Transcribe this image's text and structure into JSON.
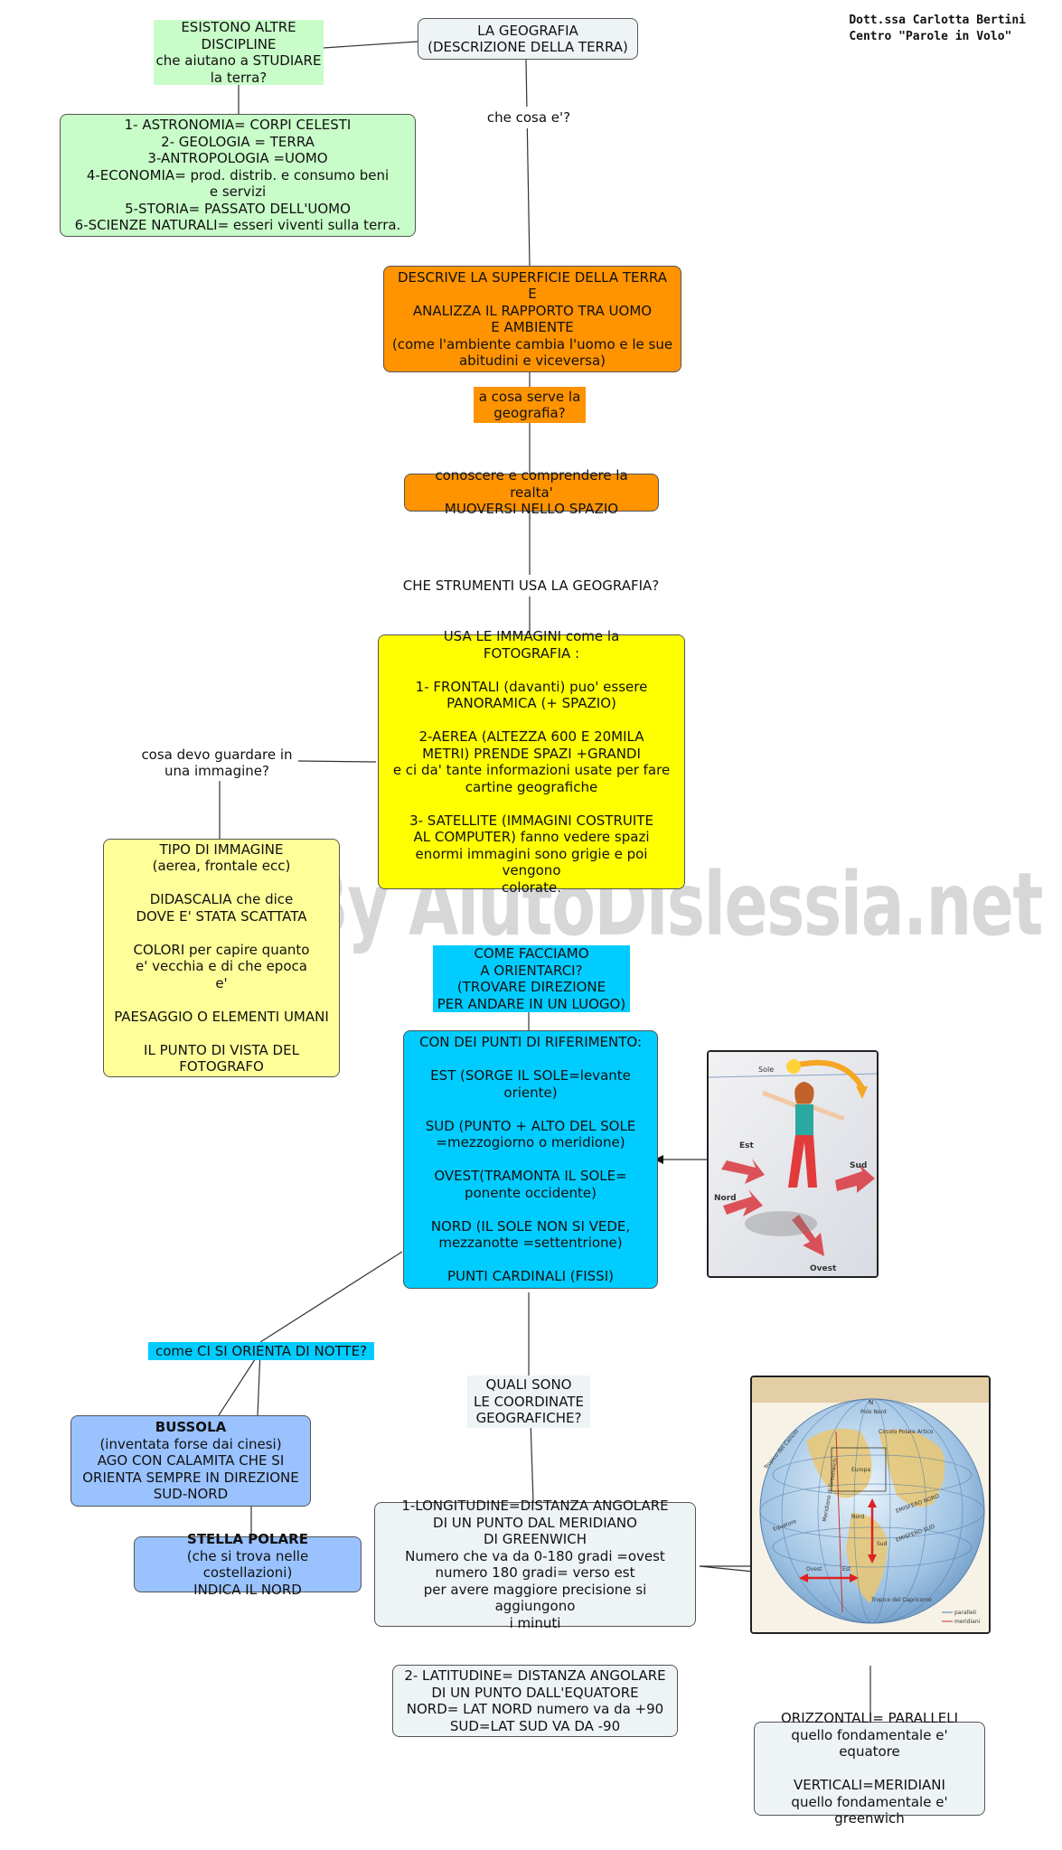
{
  "credit": "Dott.ssa Carlotta Bertini\nCentro \"Parole in Volo\"",
  "watermark": "By AiutoDislessia.net",
  "nodes": {
    "geografia": "LA GEOGRAFIA\n(DESCRIZIONE DELLA TERRA)",
    "discipline_question": "ESISTONO ALTRE\nDISCIPLINE\nche aiutano a STUDIARE\nla terra?",
    "discipline_list": "1- ASTRONOMIA= CORPI CELESTI\n2- GEOLOGIA = TERRA\n3-ANTROPOLOGIA =UOMO\n4-ECONOMIA= prod. distrib. e consumo beni\ne servizi\n5-STORIA= PASSATO DELL'UOMO\n6-SCIENZE NATURALI= esseri viventi sulla terra.",
    "che_cosa": "che cosa e'?",
    "descrive": "DESCRIVE LA SUPERFICIE DELLA TERRA\nE\nANALIZZA IL RAPPORTO TRA UOMO\nE AMBIENTE\n(come l'ambiente cambia l'uomo e le sue\nabitudini e viceversa)",
    "a_cosa_serve": "a cosa serve la\ngeografia?",
    "conoscere": "conoscere e comprendere la realta'\nMUOVERSI NELLO SPAZIO",
    "strumenti": "CHE STRUMENTI USA LA GEOGRAFIA?",
    "immagini": "USA LE IMMAGINI come la\nFOTOGRAFIA :\n\n1- FRONTALI (davanti) puo' essere\nPANORAMICA (+ SPAZIO)\n\n2-AEREA (ALTEZZA 600 E 20MILA\nMETRI) PRENDE SPAZI +GRANDI\ne ci da' tante informazioni usate per fare\ncartine geografiche\n\n3- SATELLITE (IMMAGINI COSTRUITE\nAL COMPUTER) fanno vedere spazi\nenormi immagini sono grigie e poi vengono\ncolorate.",
    "cosa_guardare": "cosa devo guardare in\nuna immagine?",
    "tipo_immagine": "TIPO DI IMMAGINE\n(aerea, frontale ecc)\n\nDIDASCALIA che dice\nDOVE E' STATA SCATTATA\n\nCOLORI per capire quanto\ne' vecchia e di che epoca\ne'\n\nPAESAGGIO O ELEMENTI UMANI\n\nIL PUNTO DI VISTA DEL\nFOTOGRAFO",
    "orientarci": "COME FACCIAMO\nA ORIENTARCI?\n(TROVARE DIREZIONE\nPER ANDARE IN UN LUOGO)",
    "punti_riferimento": "CON DEI PUNTI DI RIFERIMENTO:\n\nEST (SORGE IL SOLE=levante\noriente)\n\nSUD (PUNTO + ALTO DEL SOLE\n=mezzogiorno o meridione)\n\nOVEST(TRAMONTA IL SOLE=\nponente occidente)\n\nNORD (IL SOLE NON SI VEDE,\nmezzanotte =settentrione)\n\nPUNTI CARDINALI (FISSI)",
    "di_notte": "come CI SI ORIENTA DI NOTTE?",
    "bussola_title": "BUSSOLA",
    "bussola_body": "(inventata forse dai cinesi)\nAGO CON CALAMITA CHE SI\nORIENTA SEMPRE IN DIREZIONE\nSUD-NORD",
    "stella_title": "STELLA POLARE",
    "stella_body": "(che si trova nelle costellazioni)\nINDICA IL NORD",
    "coordinate_question": "QUALI SONO\nLE COORDINATE\nGEOGRAFICHE?",
    "longitudine": "1-LONGITUDINE=DISTANZA ANGOLARE\nDI UN PUNTO DAL MERIDIANO\nDI GREENWICH\nNumero che va da 0-180 gradi =ovest\nnumero 180 gradi= verso est\nper avere maggiore precisione si aggiungono\ni minuti",
    "latitudine": "2- LATITUDINE= DISTANZA ANGOLARE\nDI UN PUNTO DALL'EQUATORE\nNORD= LAT NORD numero va da +90\nSUD=LAT SUD VA DA -90",
    "orizzontali": "ORIZZONTALI= PARALLELI\nquello fondamentale e' equatore\n\nVERTICALI=MERIDIANI\nquello fondamentale e' greenwich"
  },
  "figure_girl": {
    "sole": "Sole",
    "est": "Est",
    "sud": "Sud",
    "nord": "Nord",
    "ovest": "Ovest"
  },
  "figure_globe": {
    "polo_nord": "Polo Nord",
    "circolo_polare": "Circolo Polare Artico",
    "tropico_cancro": "Tropico del Cancro",
    "equatore": "Equatore",
    "emisfero_nord": "EMISFERO NORD",
    "emisfero_sud": "EMISFERO SUD",
    "tropico_capricorno": "Tropico del Capricorno",
    "meridiano": "Meridiano di Greenwich",
    "nord": "Nord",
    "sud": "Sud",
    "est": "Est",
    "ovest": "Ovest",
    "europa": "Europa",
    "n": "N",
    "legend_paralleli": "paralleli",
    "legend_meridiani": "meridiani"
  },
  "colors": {
    "grey": "#eef3f5",
    "green": "#c8fcc8",
    "orange": "#ff9300",
    "yellow": "#ffff00",
    "pale_yellow": "#ffff99",
    "cyan": "#00ccff",
    "blue": "#99c2ff"
  }
}
